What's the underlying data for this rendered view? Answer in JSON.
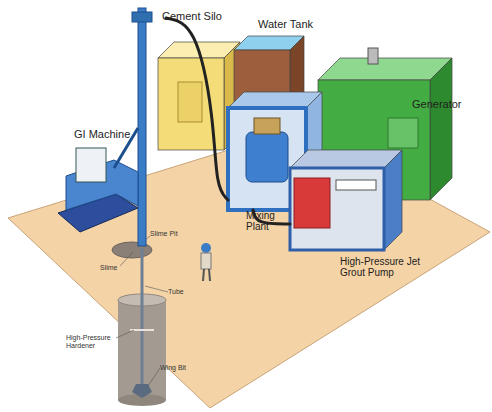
{
  "diagram": {
    "nodes": [
      {
        "text": [
          "Cement Silo"
        ]
      },
      {
        "text": [
          "Water Tank"
        ]
      },
      {
        "text": [
          "Generator"
        ]
      },
      {
        "text": [
          "GI Machine"
        ]
      },
      {
        "text": [
          "Mixing Plant"
        ]
      },
      {
        "text": [
          "High-Pressure Jet Grout Pump"
        ]
      }
    ],
    "edges": [
      {
        "from": 3,
        "to": 4,
        "arrow": "none"
      },
      {
        "from": 4,
        "to": 5,
        "arrow": "none"
      }
    ],
    "labels": [
      "Slime Pit",
      "Slime",
      "Tube",
      "High-Pressure Hardener",
      "Wing Bit"
    ]
  }
}
